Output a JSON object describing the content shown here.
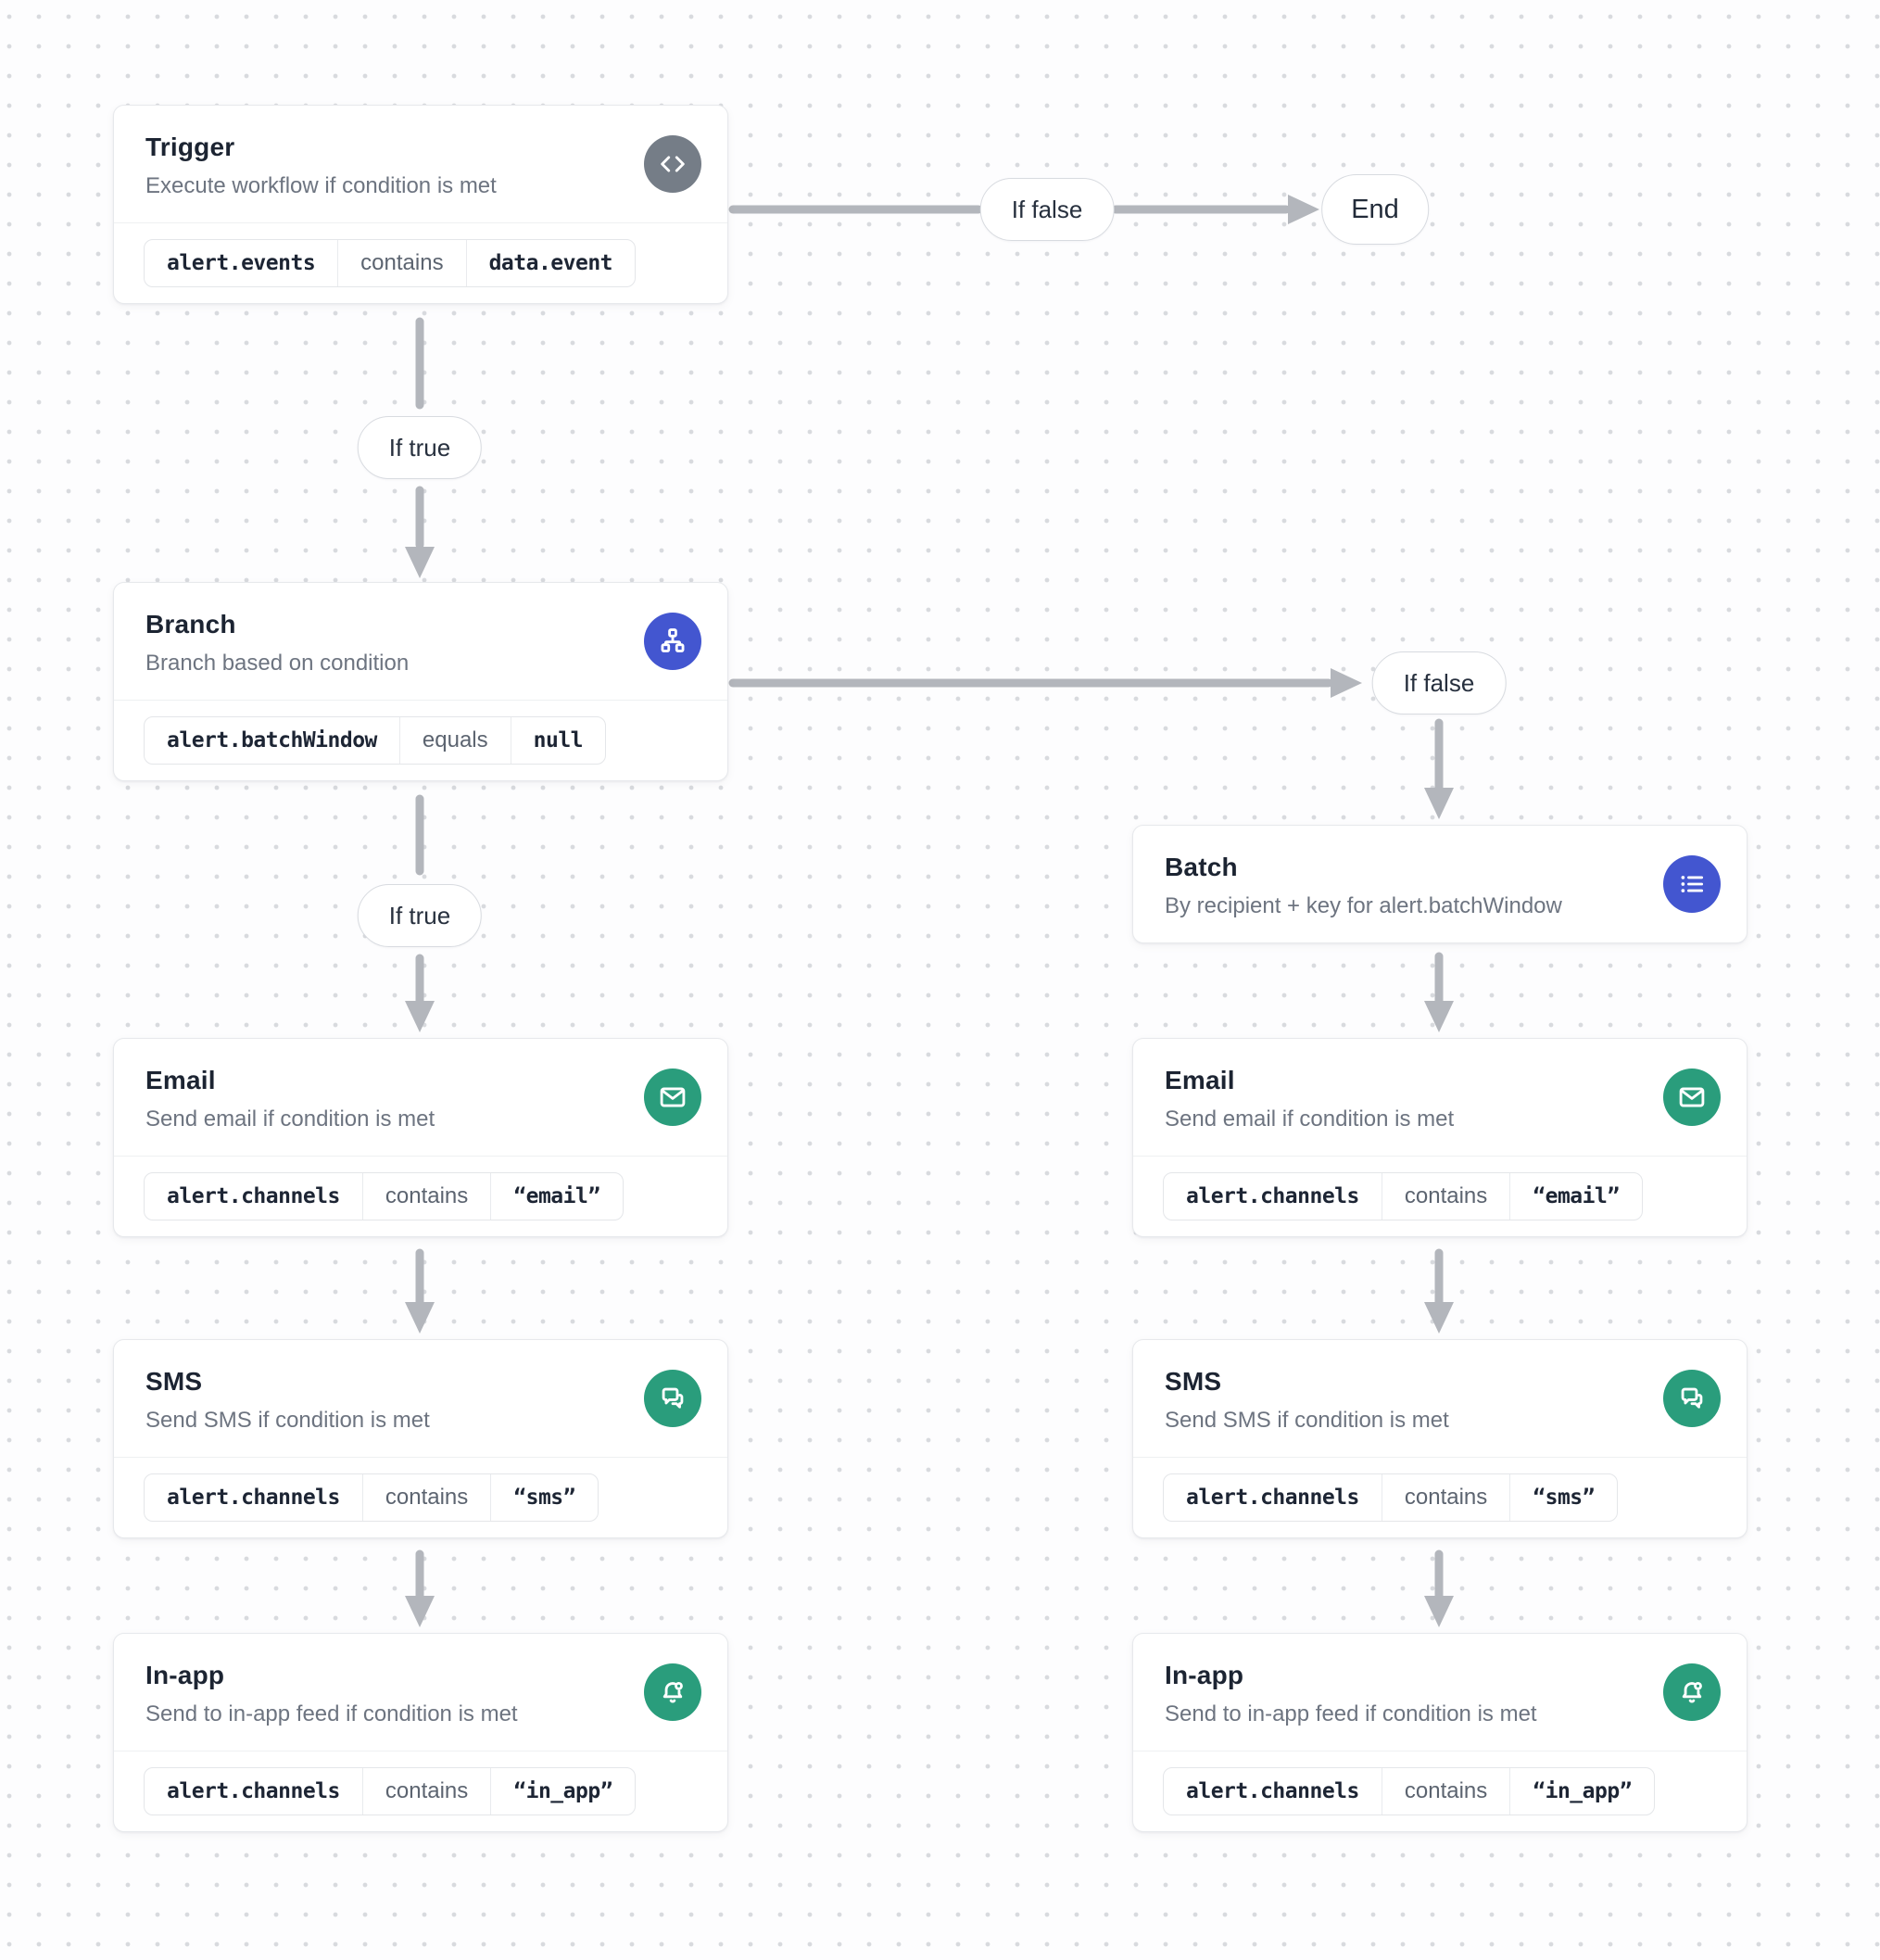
{
  "diagram": {
    "labels": {
      "if_true": "If true",
      "if_false": "If false",
      "end": "End"
    },
    "node_defs": {
      "trigger": {
        "title": "Trigger",
        "subtitle": "Execute workflow if condition is met",
        "icon": "code-icon",
        "accent_color": "#757d87",
        "condition": {
          "field": "alert.events",
          "operator": "contains",
          "value": "data.event"
        }
      },
      "branch": {
        "title": "Branch",
        "subtitle": "Branch based on condition",
        "icon": "sitemap-icon",
        "accent_color": "#4356d0",
        "condition": {
          "field": "alert.batchWindow",
          "operator": "equals",
          "value": "null"
        }
      },
      "batch": {
        "title": "Batch",
        "subtitle": "By recipient + key for alert.batchWindow",
        "icon": "list-icon",
        "accent_color": "#4356d0"
      },
      "email": {
        "title": "Email",
        "subtitle": "Send email if condition is met",
        "icon": "mail-icon",
        "accent_color": "#2a9d7c",
        "condition": {
          "field": "alert.channels",
          "operator": "contains",
          "value": "“email”"
        }
      },
      "sms": {
        "title": "SMS",
        "subtitle": "Send SMS if condition is met",
        "icon": "chat-bubbles-icon",
        "accent_color": "#2a9d7c",
        "condition": {
          "field": "alert.channels",
          "operator": "contains",
          "value": "“sms”"
        }
      },
      "inapp": {
        "title": "In-app",
        "subtitle": "Send to in-app feed if condition is met",
        "icon": "bell-badge-icon",
        "accent_color": "#2a9d7c",
        "condition": {
          "field": "alert.channels",
          "operator": "contains",
          "value": "“in_app”"
        }
      }
    },
    "colors": {
      "arrow": "#b3b6bc",
      "card_border": "#e7e9ec",
      "icon_gray": "#757d87",
      "icon_blue": "#4356d0",
      "icon_green": "#2a9d7c",
      "dot_grid": "#d8dade",
      "title_text": "#1c2432",
      "subtitle_text": "#6d7480"
    }
  }
}
